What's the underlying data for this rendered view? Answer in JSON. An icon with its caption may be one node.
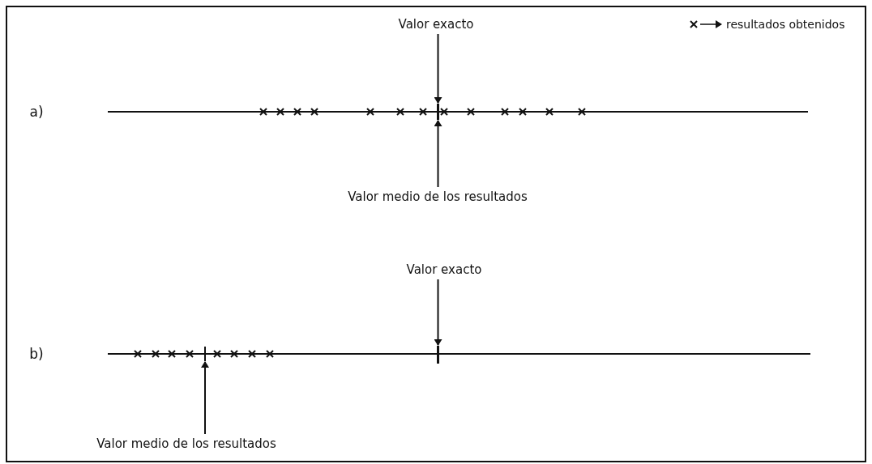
{
  "diagram": {
    "nodes": [
      {
        "text": [
          "Valor exacto"
        ]
      },
      {
        "text": [],
        "shape": "bar"
      },
      {
        "text": [
          "Valor medio de los resultados"
        ]
      },
      {
        "text": [
          "Valor exacto"
        ]
      },
      {
        "text": [],
        "shape": "bar"
      },
      {
        "text": [],
        "shape": "bar"
      },
      {
        "text": [
          "Valor medio de los resultados"
        ]
      }
    ],
    "edges": [
      {
        "from": 0,
        "to": 1,
        "arrow": "to"
      },
      {
        "from": 2,
        "to": 1,
        "arrow": "to"
      },
      {
        "from": 3,
        "to": 4,
        "arrow": "to"
      },
      {
        "from": 6,
        "to": 5,
        "arrow": "to"
      }
    ],
    "labels": [
      "a)",
      "b)"
    ],
    "legend": [
      {
        "text": "resultados obtenidos"
      }
    ]
  }
}
